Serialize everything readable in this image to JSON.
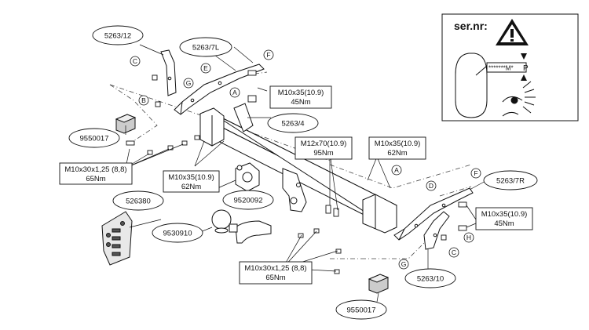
{
  "ellipse_labels": {
    "p5263_12": "5263/12",
    "p5263_7L": "5263/7L",
    "p5263_4": "5263/4",
    "p9550017_left": "9550017",
    "p526380": "526380",
    "p9520092": "9520092",
    "p9530910": "9530910",
    "p5263_7R": "5263/7R",
    "p5263_10": "5263/10",
    "p9550017_bottom": "9550017"
  },
  "spec_boxes": {
    "bolt_top": [
      "M10x35(10.9)",
      "45Nm"
    ],
    "bolt_left": [
      "M10x30x1,25 (8,8)",
      "65Nm"
    ],
    "bolt_center_left": [
      "M10x35(10.9)",
      "62Nm"
    ],
    "bolt_m12": [
      "M12x70(10.9)",
      "95Nm"
    ],
    "bolt_center_right": [
      "M10x35(10.9)",
      "62Nm"
    ],
    "bolt_right": [
      "M10x35(10.9)",
      "45Nm"
    ],
    "bolt_bottom": [
      "M10x30x1,25 (8,8)",
      "65Nm"
    ]
  },
  "letters": {
    "C": "C",
    "B": "B",
    "G": "G",
    "E": "E",
    "F": "F",
    "A": "A",
    "D": "D",
    "H": "H"
  },
  "inset": {
    "title": "ser.nr:",
    "plate_text": "*******M*",
    "plate_letter": "P"
  }
}
